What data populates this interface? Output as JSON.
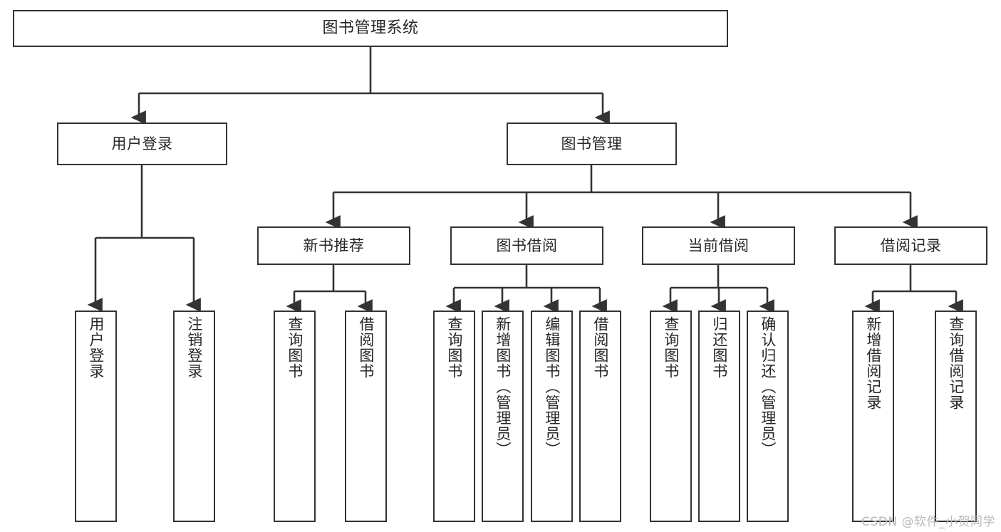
{
  "diagram": {
    "title": "图书管理系统",
    "type": "tree-hierarchy-diagram",
    "colors": {
      "background": "#ffffff",
      "box_border": "#333333",
      "box_fill": "#ffffff",
      "connector": "#333333",
      "text": "#262626",
      "watermark": "#b9b9b9"
    },
    "watermark": "CSDN @软件_小贺同学"
  },
  "nodes": {
    "root": {
      "label": "图书管理系统"
    },
    "level1": [
      {
        "label": "用户登录"
      },
      {
        "label": "图书管理"
      }
    ],
    "level2": [
      {
        "label": "新书推荐"
      },
      {
        "label": "图书借阅"
      },
      {
        "label": "当前借阅"
      },
      {
        "label": "借阅记录"
      }
    ],
    "leaves": {
      "user_login": [
        {
          "label": "用户登录"
        },
        {
          "label": "注销登录"
        }
      ],
      "new_book_recommend": [
        {
          "label": "查询图书"
        },
        {
          "label": "借阅图书"
        }
      ],
      "book_borrow": [
        {
          "label": "查询图书"
        },
        {
          "label": "新增图书（管理员）"
        },
        {
          "label": "编辑图书（管理员）"
        },
        {
          "label": "借阅图书"
        }
      ],
      "current_borrow": [
        {
          "label": "查询图书"
        },
        {
          "label": "归还图书"
        },
        {
          "label": "确认归还（管理员）"
        }
      ],
      "borrow_record": [
        {
          "label": "新增借阅记录"
        },
        {
          "label": "查询借阅记录"
        }
      ]
    }
  }
}
